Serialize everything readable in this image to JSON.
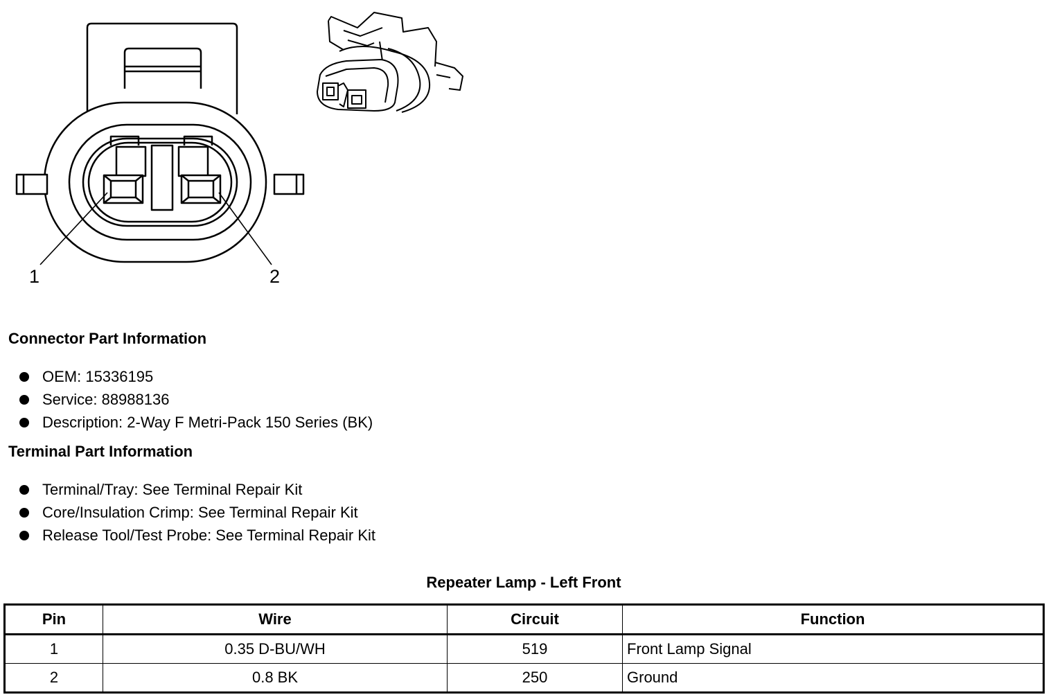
{
  "connector_face": {
    "pin_labels": [
      "1",
      "2"
    ]
  },
  "connector_part_info": {
    "heading": "Connector Part Information",
    "items": [
      "OEM: 15336195",
      "Service: 88988136",
      "Description: 2-Way F Metri-Pack 150 Series (BK)"
    ]
  },
  "terminal_part_info": {
    "heading": "Terminal Part Information",
    "items": [
      "Terminal/Tray: See Terminal Repair Kit",
      "Core/Insulation Crimp: See Terminal Repair Kit",
      "Release Tool/Test Probe: See Terminal Repair Kit"
    ]
  },
  "pin_table": {
    "title": "Repeater Lamp - Left Front",
    "headers": [
      "Pin",
      "Wire",
      "Circuit",
      "Function"
    ],
    "rows": [
      [
        "1",
        "0.35 D-BU/WH",
        "519",
        "Front Lamp Signal"
      ],
      [
        "2",
        "0.8 BK",
        "250",
        "Ground"
      ]
    ]
  }
}
